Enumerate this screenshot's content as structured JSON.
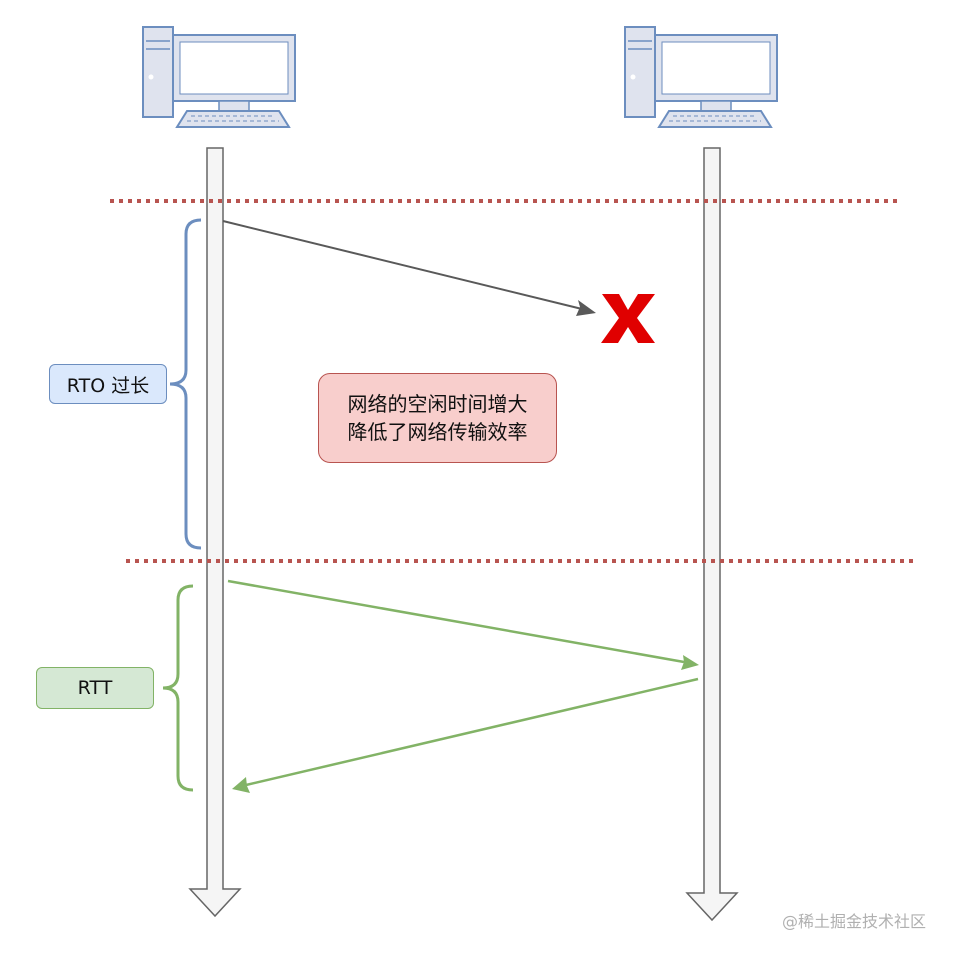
{
  "labels": {
    "rto": "RTO 过长",
    "rtt": "RTT",
    "note_line1": "网络的空闲时间增大",
    "note_line2": "降低了网络传输效率"
  },
  "icons": {
    "left_host": "computer-icon",
    "right_host": "computer-icon",
    "lost_marker": "cross-icon"
  },
  "colors": {
    "rto_brace": "#6c8ebf",
    "rtt_brace": "#82b366",
    "lost_arrow": "#595959",
    "rtt_arrows": "#82b366",
    "cross": "#e00000",
    "divider": "#b85450"
  },
  "watermark": "@稀土掘金技术社区"
}
